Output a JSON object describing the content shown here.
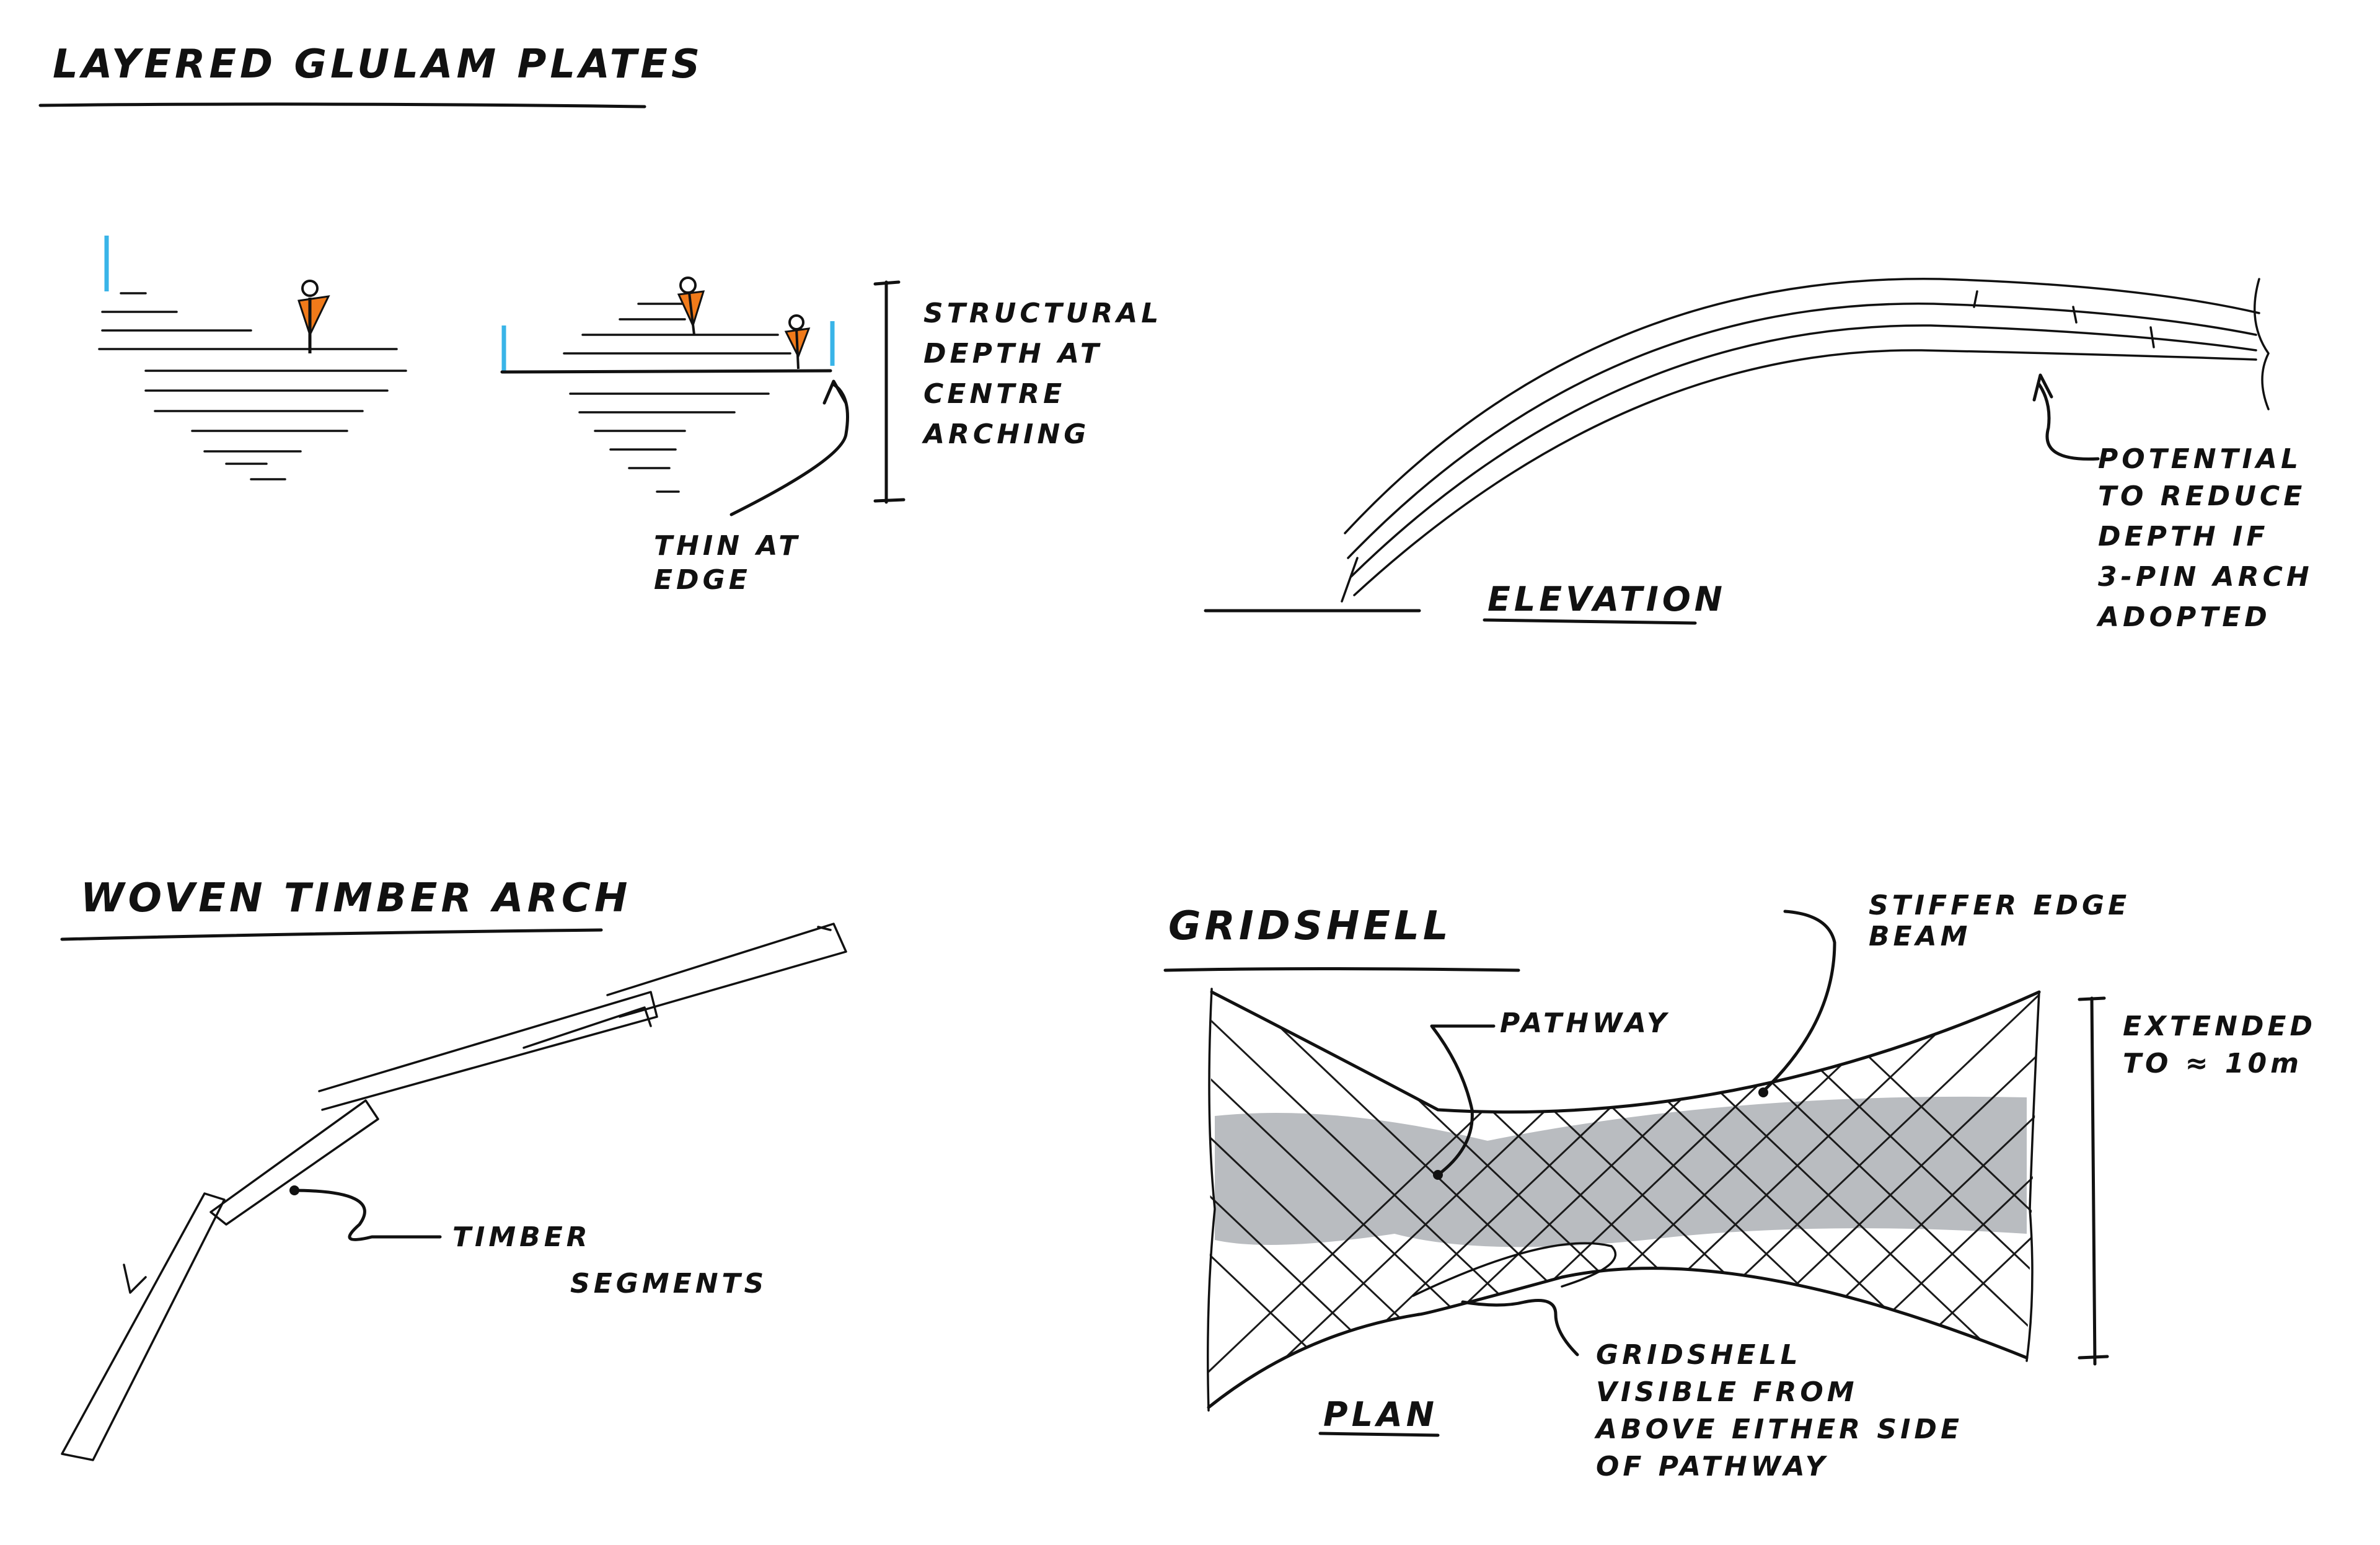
{
  "colors": {
    "ink": "#111111",
    "pathway_fill": "#b9bcc0",
    "person": "#f07a1a",
    "glass_edge": "#39b4e8"
  },
  "layered_glulam": {
    "title": "LAYERED GLULAM PLATES",
    "label_structural_depth": [
      "STRUCTURAL",
      "DEPTH AT",
      "CENTRE",
      "ARCHING"
    ],
    "label_thin_edge": [
      "THIN AT",
      "EDGE"
    ]
  },
  "elevation": {
    "title": "ELEVATION",
    "label_potential": [
      "POTENTIAL",
      "TO REDUCE",
      "DEPTH IF",
      "3-PIN ARCH",
      "ADOPTED"
    ]
  },
  "woven_arch": {
    "title": "WOVEN TIMBER ARCH",
    "label_segments": [
      "TIMBER",
      "SEGMENTS"
    ]
  },
  "gridshell": {
    "title": "GRIDSHELL",
    "label_edge_beam": [
      "STIFFER EDGE",
      "BEAM"
    ],
    "label_pathway": "PATHWAY",
    "label_extended": [
      "EXTENDED",
      "TO ≈ 10m"
    ],
    "label_visible": [
      "GRIDSHELL",
      "VISIBLE FROM",
      "ABOVE EITHER SIDE",
      "OF PATHWAY"
    ],
    "label_plan": "PLAN"
  }
}
